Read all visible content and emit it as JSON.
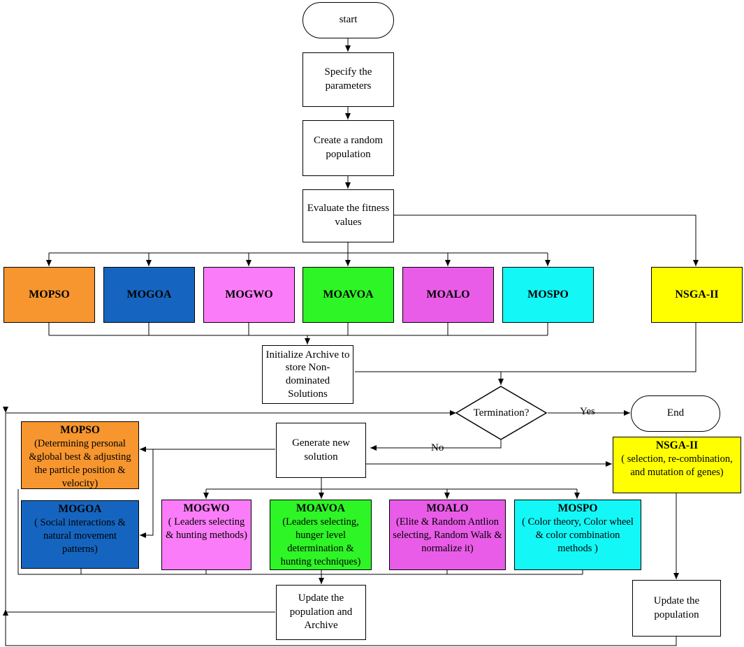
{
  "start": "start",
  "end": "End",
  "steps": {
    "specify": "Specify the parameters",
    "create": "Create a random population",
    "evaluate": "Evaluate the fitness values",
    "archive": "Initialize Archive to store Non-dominated Solutions",
    "generate": "Generate new solution",
    "update_archive": "Update the population and Archive",
    "update_pop": "Update the population"
  },
  "decision": {
    "label": "Termination?",
    "yes": "Yes",
    "no": "No"
  },
  "algorithms": [
    {
      "name": "MOPSO",
      "color": "#f7962f"
    },
    {
      "name": "MOGOA",
      "color": "#1565c0"
    },
    {
      "name": "MOGWO",
      "color": "#fb7cf8"
    },
    {
      "name": "MOAVOA",
      "color": "#2ef526"
    },
    {
      "name": "MOALO",
      "color": "#e95ce8"
    },
    {
      "name": "MOSPO",
      "color": "#13f7f7"
    },
    {
      "name": "NSGA-II",
      "color": "#ffff00"
    }
  ],
  "details": [
    {
      "name": "MOPSO",
      "text": "(Determining personal &global best & adjusting  the particle position &  velocity)"
    },
    {
      "name": "MOGOA",
      "text": "( Social interactions & natural movement patterns)"
    },
    {
      "name": "MOGWO",
      "text": "( Leaders selecting & hunting methods)"
    },
    {
      "name": "MOAVOA",
      "text": "(Leaders selecting, hunger level determination & hunting techniques)"
    },
    {
      "name": "MOALO",
      "text": "(Elite & Random Antlion selecting, Random Walk & normalize it)"
    },
    {
      "name": "MOSPO",
      "text": "( Color theory, Color wheel & color combination methods )"
    },
    {
      "name": "NSGA-II",
      "text": "( selection, re-combination, and mutation of genes)"
    }
  ]
}
